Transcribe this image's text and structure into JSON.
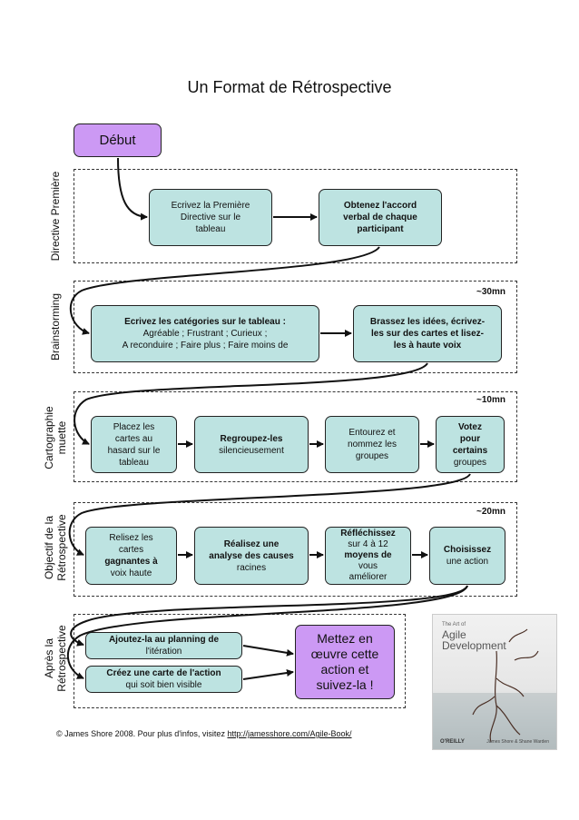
{
  "title": "Un Format de Rétrospective",
  "start": "Début",
  "sections": [
    {
      "label_lines": [
        "Directive Première"
      ],
      "duration": ""
    },
    {
      "label_lines": [
        "Brainstorming"
      ],
      "duration": "~30mn"
    },
    {
      "label_lines": [
        "Cartographie",
        "muette"
      ],
      "duration": "~10mn"
    },
    {
      "label_lines": [
        "Objectif de la",
        "Rétrospective"
      ],
      "duration": "~20mn"
    },
    {
      "label_lines": [
        "Après la",
        "Rétrospective"
      ],
      "duration": ""
    }
  ],
  "steps": {
    "directive_1": [
      "Ecrivez la Première",
      "Directive sur le",
      "tableau"
    ],
    "directive_2": [
      "Obtenez l'accord",
      "verbal de chaque",
      "participant"
    ],
    "brainstorm_1": [
      "Ecrivez les catégories sur le tableau :",
      "Agréable ; Frustrant ; Curieux ;",
      "A reconduire ; Faire plus ; Faire moins de"
    ],
    "brainstorm_2": [
      "Brassez les idées, écrivez-",
      "les sur des cartes et lisez-",
      "les à haute voix"
    ],
    "map_1": [
      "Placez les",
      "cartes au",
      "hasard sur le",
      "tableau"
    ],
    "map_2": [
      "Regroupez-les",
      "silencieusement"
    ],
    "map_3": [
      "Entourez et",
      "nommez les",
      "groupes"
    ],
    "map_4": [
      "Votez",
      "pour",
      "certains",
      "groupes"
    ],
    "goal_1": [
      "Relisez les",
      "cartes",
      "gagnantes à",
      "voix haute"
    ],
    "goal_2": [
      "Réalisez une",
      "analyse des causes",
      "racines"
    ],
    "goal_3": [
      "Réfléchissez",
      "sur 4 à 12",
      "moyens de",
      "vous",
      "améliorer"
    ],
    "goal_4": [
      "Choisissez",
      "une action"
    ],
    "after_1": [
      "Ajoutez-la au planning de",
      "l'itération"
    ],
    "after_2": [
      "Créez une carte de l'action",
      "qui soit bien visible"
    ],
    "final": [
      "Mettez en",
      "œuvre cette",
      "action et",
      "suivez-la !"
    ]
  },
  "footer": {
    "text": "© James Shore 2008. Pour plus d'infos, visitez ",
    "url": "http://jamesshore.com/Agile-Book/"
  },
  "book": {
    "series": "The Art of",
    "title_line1": "Agile",
    "title_line2": "Development",
    "publisher": "O'REILLY",
    "authors": "James Shore & Shane Warden"
  },
  "colors": {
    "box_fill": "#bde3e1",
    "highlight_fill": "#cc99f4",
    "stroke": "#111111"
  }
}
